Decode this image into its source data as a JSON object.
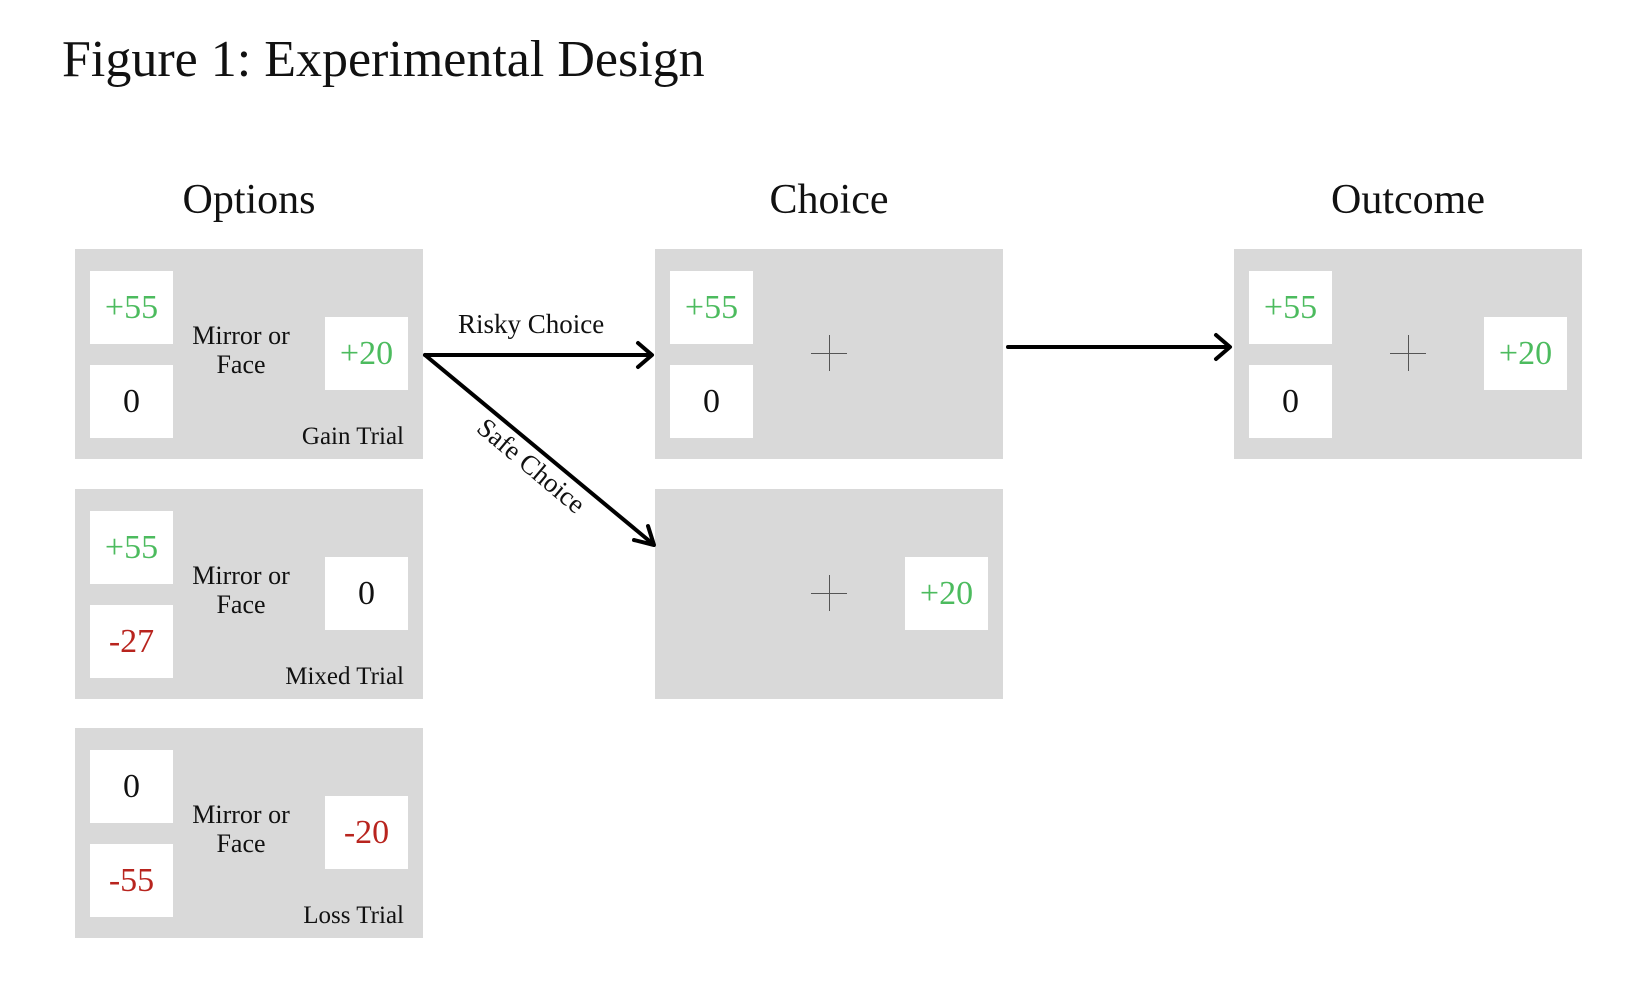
{
  "figure": {
    "title": "Figure 1: Experimental Design"
  },
  "columns": {
    "options": "Options",
    "choice": "Choice",
    "outcome": "Outcome"
  },
  "options": {
    "gain_trial": {
      "left_top": "+55",
      "left_bottom": "0",
      "center": "Mirror or Face",
      "right": "+20",
      "label": "Gain Trial"
    },
    "mixed_trial": {
      "left_top": "+55",
      "left_bottom": "-27",
      "center": "Mirror or Face",
      "right": "0",
      "label": "Mixed Trial"
    },
    "loss_trial": {
      "left_top": "0",
      "left_bottom": "-55",
      "center": "Mirror or Face",
      "right": "-20",
      "label": "Loss Trial"
    }
  },
  "choice": {
    "risky": {
      "left_top": "+55",
      "left_bottom": "0"
    },
    "safe": {
      "right": "+20"
    }
  },
  "outcome": {
    "left_top": "+55",
    "left_bottom": "0",
    "right": "+20"
  },
  "arrows": {
    "risky_label": "Risky Choice",
    "safe_label": "Safe Choice"
  },
  "colors": {
    "panel": "#d9d9d9",
    "gain": "#4cbb5e",
    "loss": "#b8241e",
    "arrow": "#000000"
  },
  "icons": {
    "fixation": "fixation-cross-icon"
  }
}
